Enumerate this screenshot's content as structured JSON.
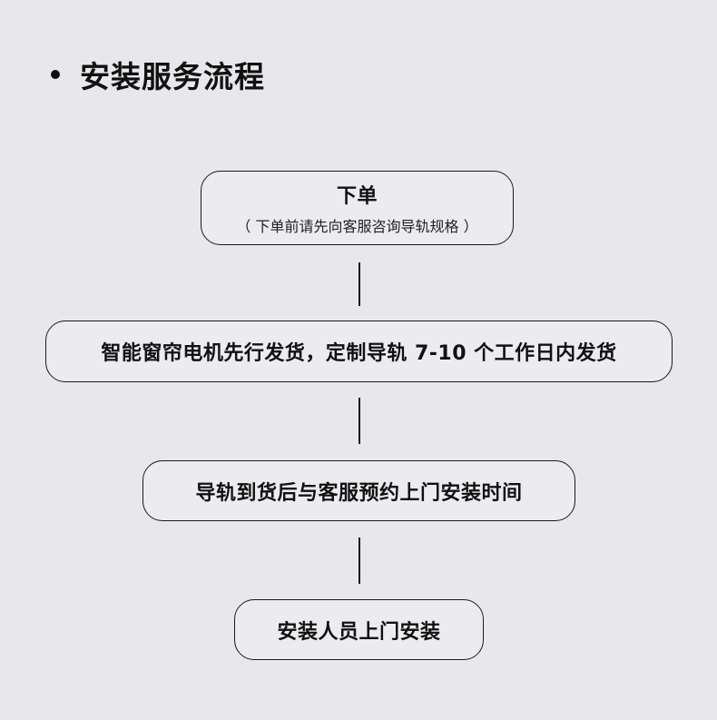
{
  "heading": {
    "title": "安装服务流程"
  },
  "steps": [
    {
      "title": "下单",
      "note": "（ 下单前请先向客服咨询导轨规格 ）"
    },
    {
      "title": "智能窗帘电机先行发货，定制导轨 7-10 个工作日内发货"
    },
    {
      "title": "导轨到货后与客服预约上门安装时间"
    },
    {
      "title": "安装人员上门安装"
    }
  ],
  "colors": {
    "background": "#e8e8ec",
    "stroke": "#1a1a1a",
    "text": "#111111"
  }
}
